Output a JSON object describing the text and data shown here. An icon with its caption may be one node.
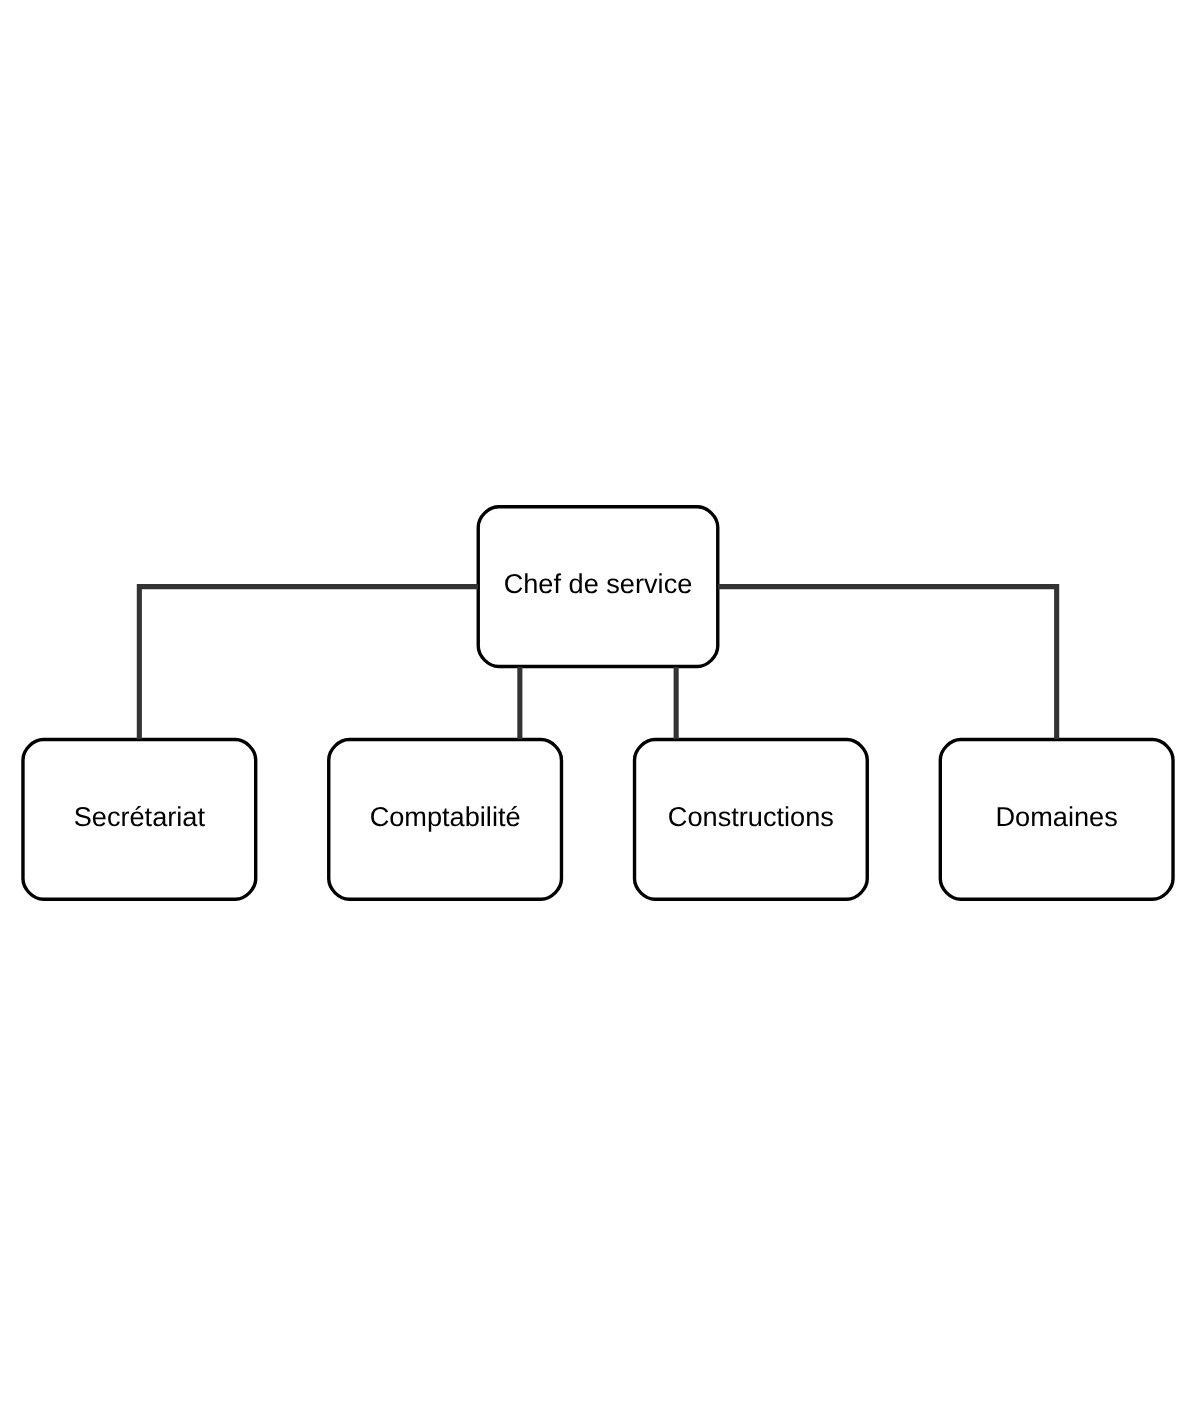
{
  "diagram": {
    "nodes": [
      {
        "text": [
          "Chef de service"
        ]
      },
      {
        "text": [
          "Secrétariat"
        ]
      },
      {
        "text": [
          "Comptabilité"
        ]
      },
      {
        "text": [
          "Constructions"
        ]
      },
      {
        "text": [
          "Domaines"
        ]
      }
    ],
    "edges": [
      {
        "from": 0,
        "to": 1,
        "arrow": "none"
      },
      {
        "from": 0,
        "to": 2,
        "arrow": "none"
      },
      {
        "from": 0,
        "to": 3,
        "arrow": "none"
      },
      {
        "from": 0,
        "to": 4,
        "arrow": "none"
      }
    ]
  }
}
